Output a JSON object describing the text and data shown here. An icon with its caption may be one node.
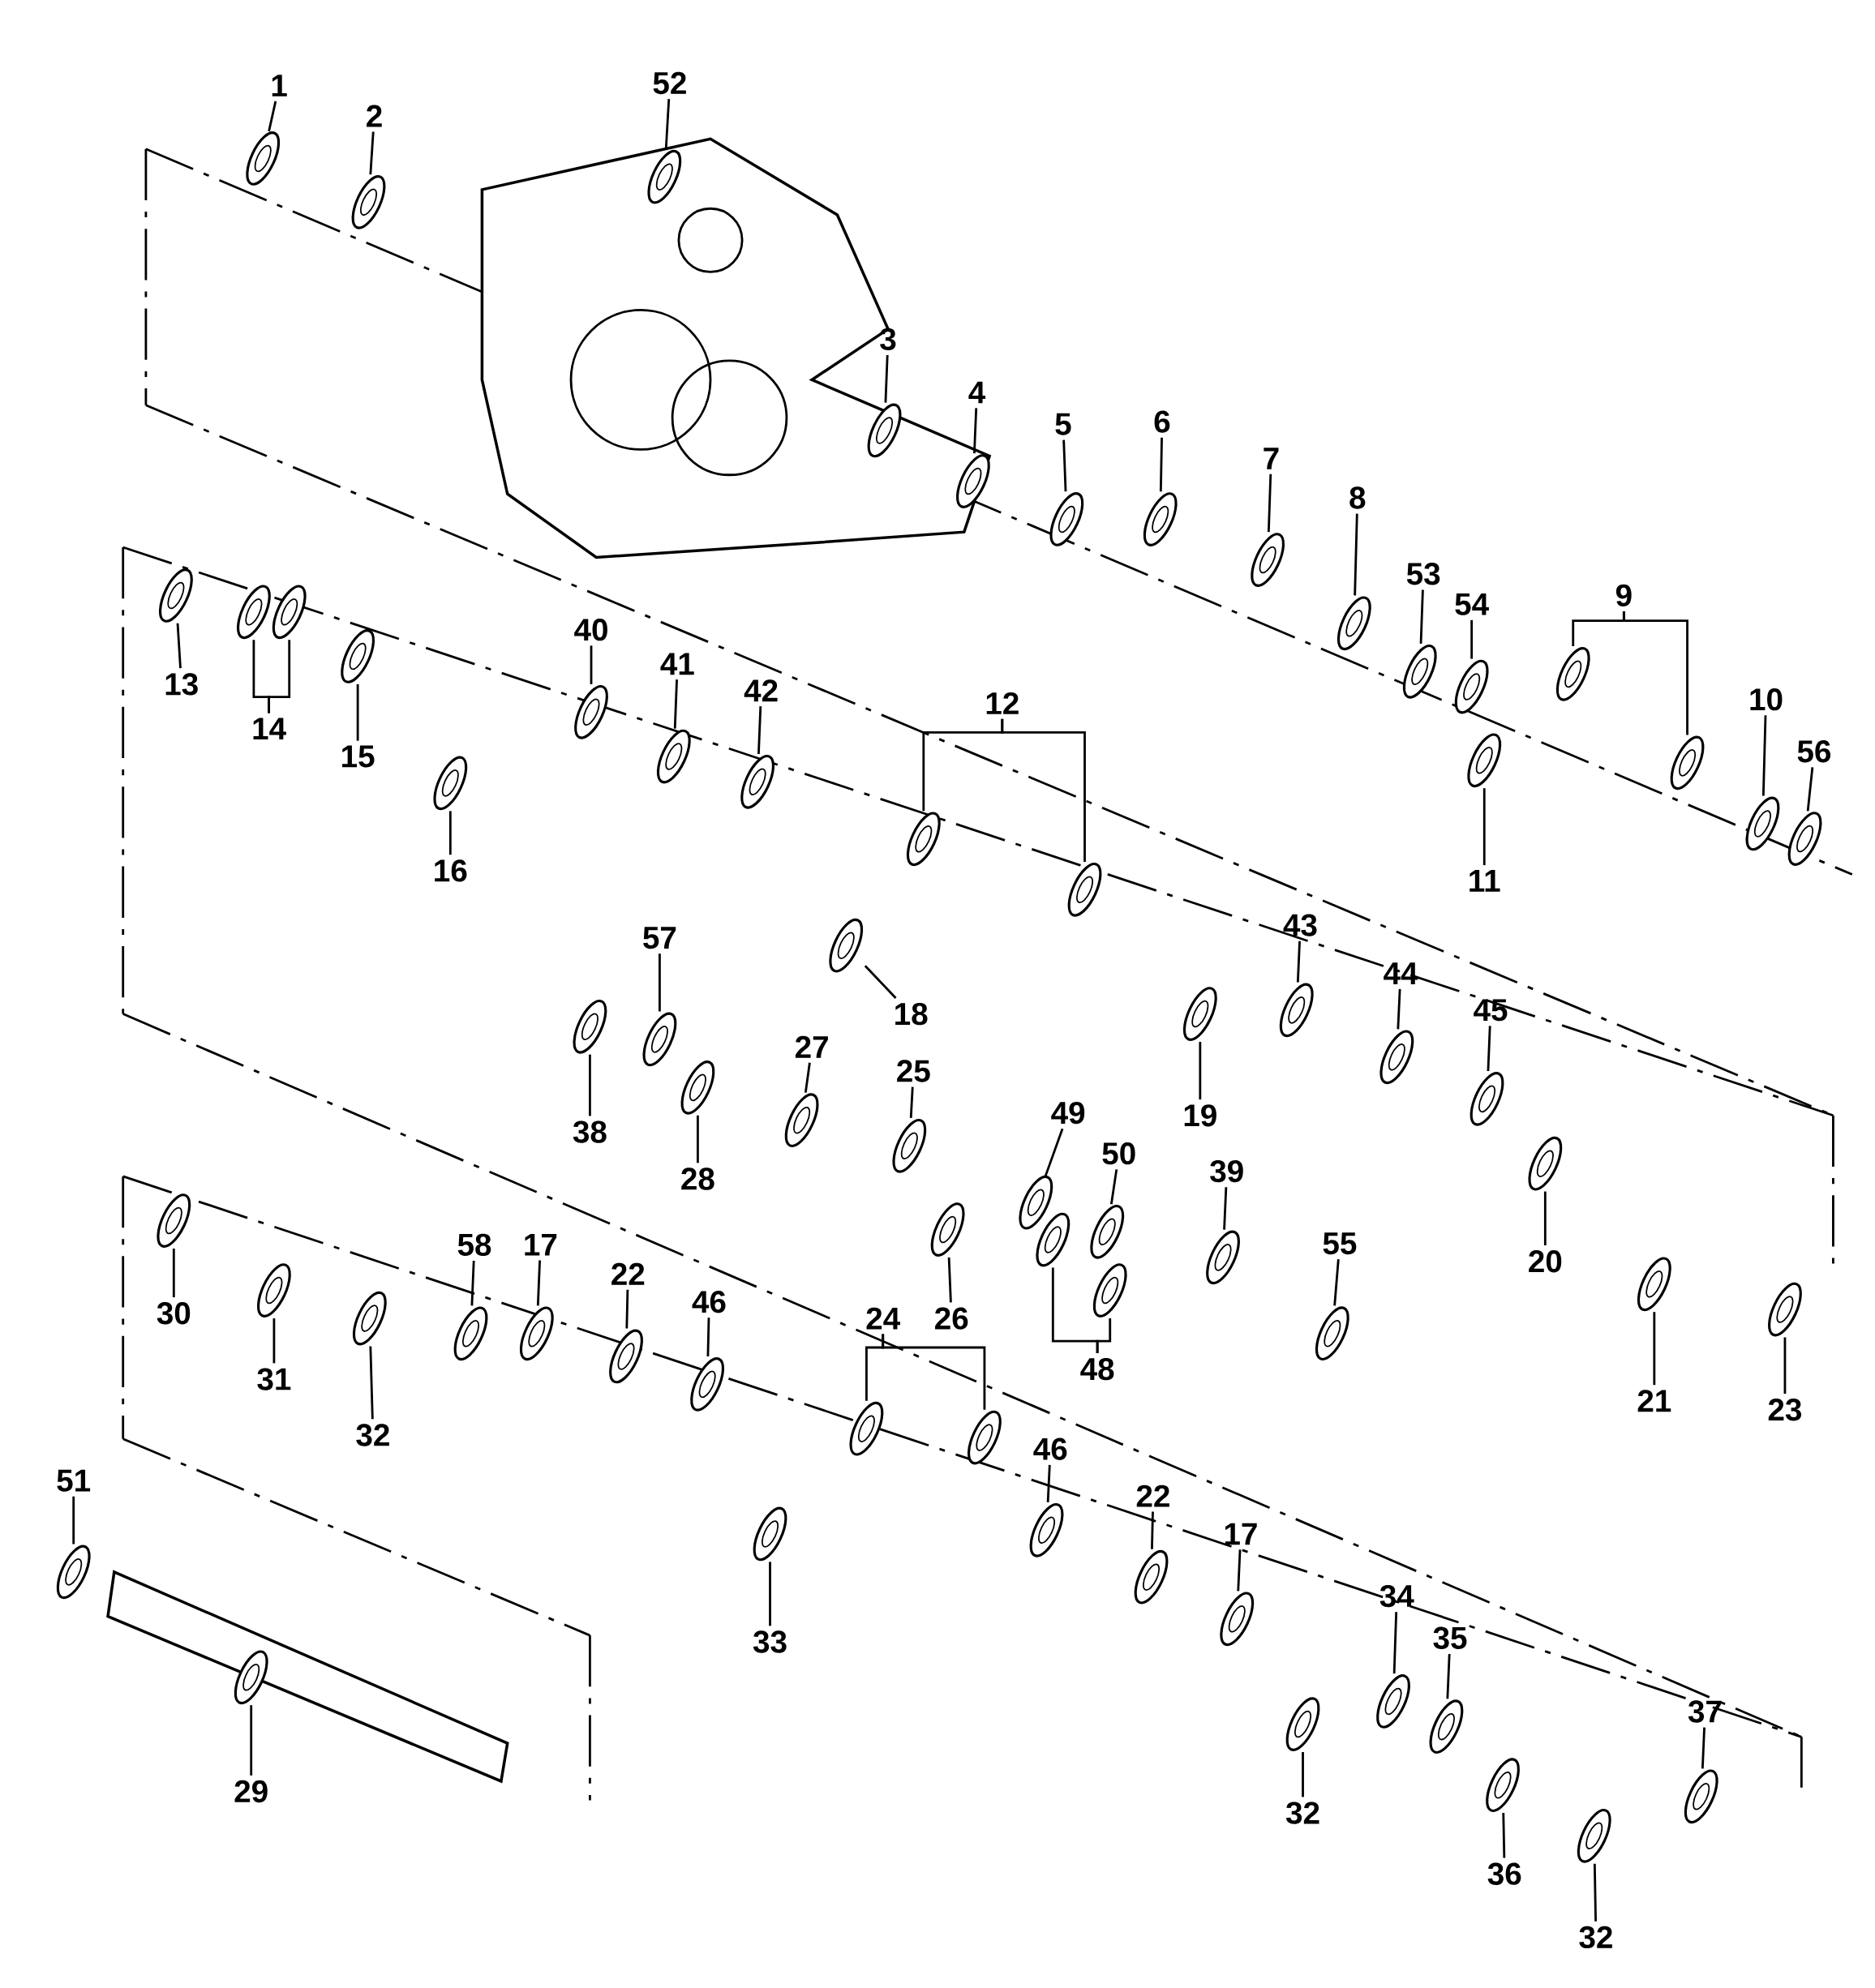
{
  "diagram": {
    "nodes": [
      {
        "text": [
          "1"
        ]
      },
      {
        "text": [
          "2"
        ]
      },
      {
        "text": [
          "52"
        ]
      },
      {
        "text": [
          "3"
        ]
      },
      {
        "text": [
          "4"
        ]
      },
      {
        "text": [
          "5"
        ]
      },
      {
        "text": [
          "6"
        ]
      },
      {
        "text": [
          "7"
        ]
      },
      {
        "text": [
          "8"
        ]
      },
      {
        "text": [
          "53"
        ]
      },
      {
        "text": [
          "54"
        ]
      },
      {
        "text": [
          "9"
        ]
      },
      {
        "text": [
          "10"
        ]
      },
      {
        "text": [
          "56"
        ]
      },
      {
        "text": [
          "11"
        ]
      },
      {
        "text": [
          "13"
        ]
      },
      {
        "text": [
          "14"
        ]
      },
      {
        "text": [
          "15"
        ]
      },
      {
        "text": [
          "16"
        ]
      },
      {
        "text": [
          "40"
        ]
      },
      {
        "text": [
          "41"
        ]
      },
      {
        "text": [
          "42"
        ]
      },
      {
        "text": [
          "12"
        ]
      },
      {
        "text": [
          "43"
        ]
      },
      {
        "text": [
          "44"
        ]
      },
      {
        "text": [
          "45"
        ]
      },
      {
        "text": [
          "18"
        ]
      },
      {
        "text": [
          "19"
        ]
      },
      {
        "text": [
          "20"
        ]
      },
      {
        "text": [
          "21"
        ]
      },
      {
        "text": [
          "23"
        ]
      },
      {
        "text": [
          "57"
        ]
      },
      {
        "text": [
          "38"
        ]
      },
      {
        "text": [
          "28"
        ]
      },
      {
        "text": [
          "27"
        ]
      },
      {
        "text": [
          "25"
        ]
      },
      {
        "text": [
          "49"
        ]
      },
      {
        "text": [
          "50"
        ]
      },
      {
        "text": [
          "39"
        ]
      },
      {
        "text": [
          "55"
        ]
      },
      {
        "text": [
          "26"
        ]
      },
      {
        "text": [
          "48"
        ]
      },
      {
        "text": [
          "30"
        ]
      },
      {
        "text": [
          "31"
        ]
      },
      {
        "text": [
          "32"
        ]
      },
      {
        "text": [
          "58"
        ]
      },
      {
        "text": [
          "17"
        ]
      },
      {
        "text": [
          "22"
        ]
      },
      {
        "text": [
          "46"
        ]
      },
      {
        "text": [
          "24"
        ]
      },
      {
        "text": [
          "46"
        ]
      },
      {
        "text": [
          "22"
        ]
      },
      {
        "text": [
          "17"
        ]
      },
      {
        "text": [
          "34"
        ]
      },
      {
        "text": [
          "35"
        ]
      },
      {
        "text": [
          "37"
        ]
      },
      {
        "text": [
          "32"
        ]
      },
      {
        "text": [
          "36"
        ]
      },
      {
        "text": [
          "32"
        ]
      },
      {
        "text": [
          "33"
        ]
      },
      {
        "text": [
          "51"
        ]
      },
      {
        "text": [
          "29"
        ]
      }
    ],
    "edges": [
      {
        "from": 0,
        "to": null,
        "arrow": "none"
      },
      {
        "from": 1,
        "to": null,
        "arrow": "none"
      },
      {
        "from": 2,
        "to": null,
        "arrow": "none"
      },
      {
        "from": 3,
        "to": null,
        "arrow": "none"
      },
      {
        "from": 4,
        "to": null,
        "arrow": "none"
      },
      {
        "from": 5,
        "to": null,
        "arrow": "none"
      },
      {
        "from": 6,
        "to": null,
        "arrow": "none"
      },
      {
        "from": 7,
        "to": null,
        "arrow": "none"
      },
      {
        "from": 8,
        "to": null,
        "arrow": "none"
      },
      {
        "from": 9,
        "to": null,
        "arrow": "none"
      },
      {
        "from": 10,
        "to": null,
        "arrow": "none"
      },
      {
        "from": 11,
        "to": null,
        "arrow": "none"
      },
      {
        "from": 11,
        "to": null,
        "arrow": "none"
      },
      {
        "from": 12,
        "to": null,
        "arrow": "none"
      },
      {
        "from": 13,
        "to": null,
        "arrow": "none"
      },
      {
        "from": 14,
        "to": null,
        "arrow": "none"
      },
      {
        "from": 15,
        "to": null,
        "arrow": "none"
      },
      {
        "from": 16,
        "to": null,
        "arrow": "none"
      },
      {
        "from": 16,
        "to": null,
        "arrow": "none"
      },
      {
        "from": 17,
        "to": null,
        "arrow": "none"
      },
      {
        "from": 18,
        "to": null,
        "arrow": "none"
      },
      {
        "from": 19,
        "to": null,
        "arrow": "none"
      },
      {
        "from": 20,
        "to": null,
        "arrow": "none"
      },
      {
        "from": 21,
        "to": null,
        "arrow": "none"
      },
      {
        "from": 22,
        "to": null,
        "arrow": "none"
      },
      {
        "from": 22,
        "to": null,
        "arrow": "none"
      },
      {
        "from": 23,
        "to": null,
        "arrow": "none"
      },
      {
        "from": 24,
        "to": null,
        "arrow": "none"
      },
      {
        "from": 25,
        "to": null,
        "arrow": "none"
      },
      {
        "from": 26,
        "to": null,
        "arrow": "none"
      },
      {
        "from": 27,
        "to": null,
        "arrow": "none"
      },
      {
        "from": 28,
        "to": null,
        "arrow": "none"
      },
      {
        "from": 29,
        "to": null,
        "arrow": "none"
      },
      {
        "from": 30,
        "to": null,
        "arrow": "none"
      },
      {
        "from": 31,
        "to": null,
        "arrow": "none"
      },
      {
        "from": 32,
        "to": null,
        "arrow": "none"
      },
      {
        "from": 33,
        "to": null,
        "arrow": "none"
      },
      {
        "from": 34,
        "to": null,
        "arrow": "none"
      },
      {
        "from": 35,
        "to": null,
        "arrow": "none"
      },
      {
        "from": 36,
        "to": null,
        "arrow": "none"
      },
      {
        "from": 37,
        "to": null,
        "arrow": "none"
      },
      {
        "from": 38,
        "to": null,
        "arrow": "none"
      },
      {
        "from": 39,
        "to": null,
        "arrow": "none"
      },
      {
        "from": 40,
        "to": null,
        "arrow": "none"
      },
      {
        "from": 41,
        "to": null,
        "arrow": "none"
      },
      {
        "from": 41,
        "to": null,
        "arrow": "none"
      },
      {
        "from": 42,
        "to": null,
        "arrow": "none"
      },
      {
        "from": 43,
        "to": null,
        "arrow": "none"
      },
      {
        "from": 44,
        "to": null,
        "arrow": "none"
      },
      {
        "from": 45,
        "to": null,
        "arrow": "none"
      },
      {
        "from": 46,
        "to": null,
        "arrow": "none"
      },
      {
        "from": 47,
        "to": null,
        "arrow": "none"
      },
      {
        "from": 48,
        "to": null,
        "arrow": "none"
      },
      {
        "from": 49,
        "to": null,
        "arrow": "none"
      },
      {
        "from": 49,
        "to": null,
        "arrow": "none"
      },
      {
        "from": 50,
        "to": null,
        "arrow": "none"
      },
      {
        "from": 51,
        "to": null,
        "arrow": "none"
      },
      {
        "from": 52,
        "to": null,
        "arrow": "none"
      },
      {
        "from": 53,
        "to": null,
        "arrow": "none"
      },
      {
        "from": 54,
        "to": null,
        "arrow": "none"
      },
      {
        "from": 55,
        "to": null,
        "arrow": "none"
      },
      {
        "from": 56,
        "to": null,
        "arrow": "none"
      },
      {
        "from": 57,
        "to": null,
        "arrow": "none"
      },
      {
        "from": 58,
        "to": null,
        "arrow": "none"
      },
      {
        "from": 59,
        "to": null,
        "arrow": "none"
      },
      {
        "from": 60,
        "to": null,
        "arrow": "none"
      },
      {
        "from": 61,
        "to": null,
        "arrow": "none"
      }
    ]
  }
}
